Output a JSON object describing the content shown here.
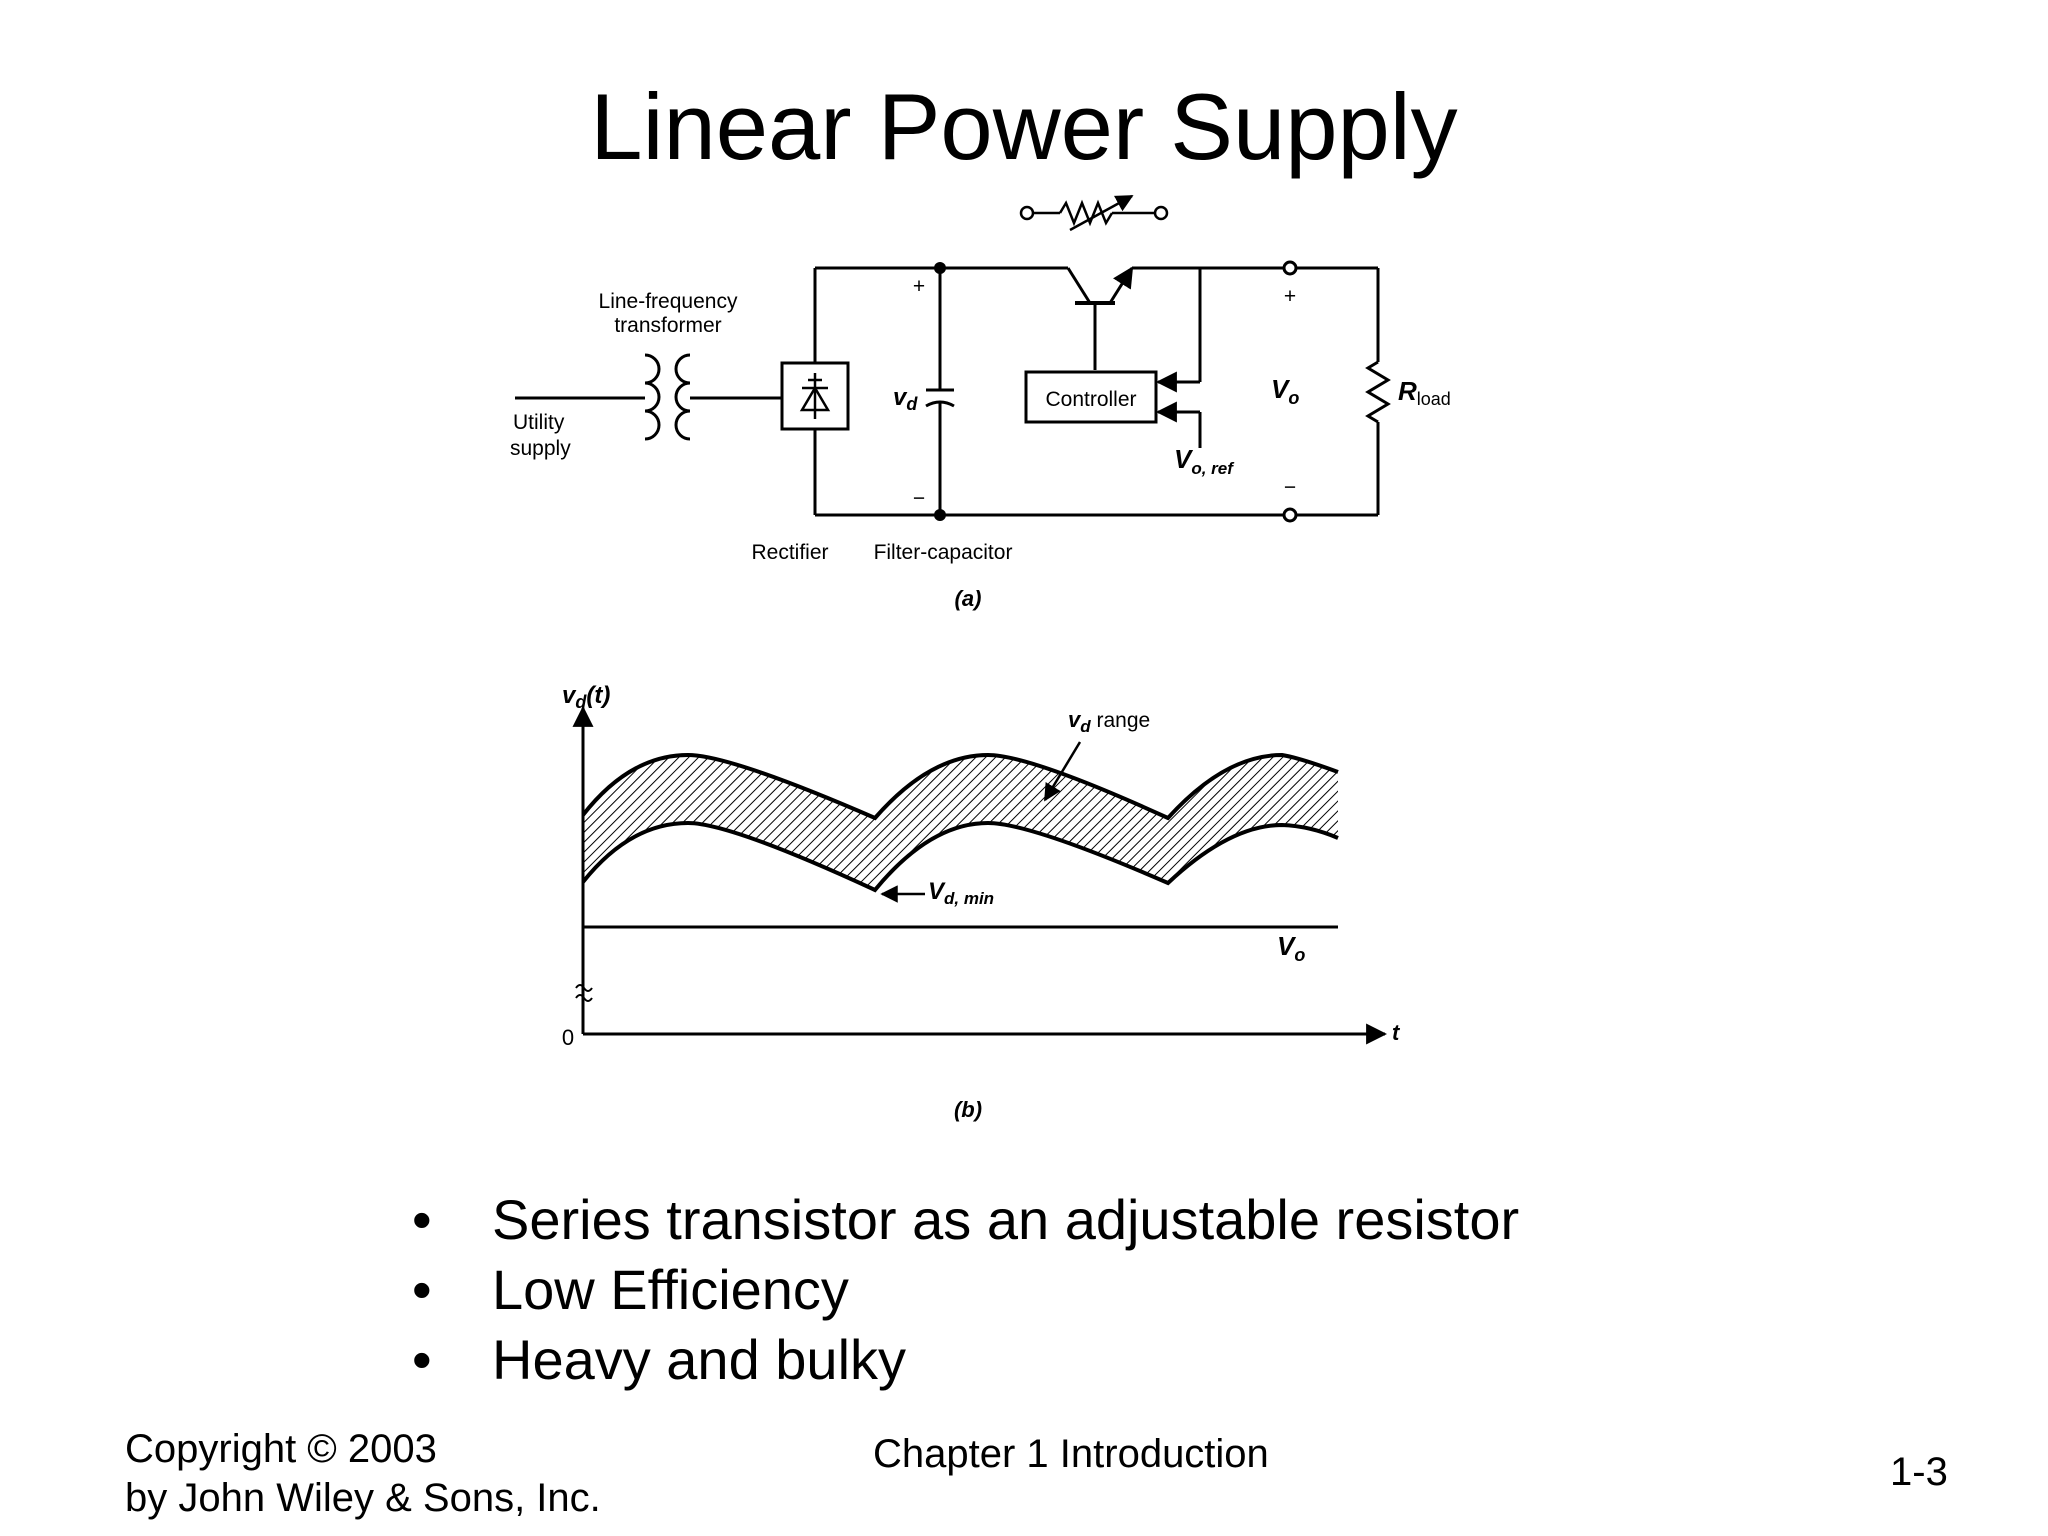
{
  "slide": {
    "title": "Linear Power Supply",
    "bullets": [
      "Series transistor as an adjustable resistor",
      "Low Efficiency",
      "Heavy and bulky"
    ],
    "footer": {
      "copyright_line1": "Copyright © 2003",
      "copyright_line2": "by John Wiley & Sons, Inc.",
      "chapter": "Chapter 1 Introduction",
      "page": "1-3"
    }
  },
  "circuit": {
    "transformer_label_1": "Line-frequency",
    "transformer_label_2": "transformer",
    "utility_label_1": "Utility",
    "utility_label_2": "supply",
    "rectifier_label": "Rectifier",
    "filter_label": "Filter-capacitor",
    "controller_label": "Controller",
    "vd_label": "v",
    "vd_sub": "d",
    "vo_label": "V",
    "vo_sub": "o",
    "voref_label": "V",
    "voref_sub": "o, ref",
    "rload_label": "R",
    "rload_sub": "load",
    "plus": "+",
    "minus": "−",
    "caption": "(a)"
  },
  "waveform": {
    "y_axis_label": "v",
    "y_axis_sub": "d",
    "y_axis_arg": "(t)",
    "x_axis_label": "t",
    "zero_label": "0",
    "range_label": "v",
    "range_sub": "d",
    "range_text": " range",
    "vdmin_label": "V",
    "vdmin_sub": "d, min",
    "vo_label": "V",
    "vo_sub": "o",
    "caption": "(b)"
  }
}
